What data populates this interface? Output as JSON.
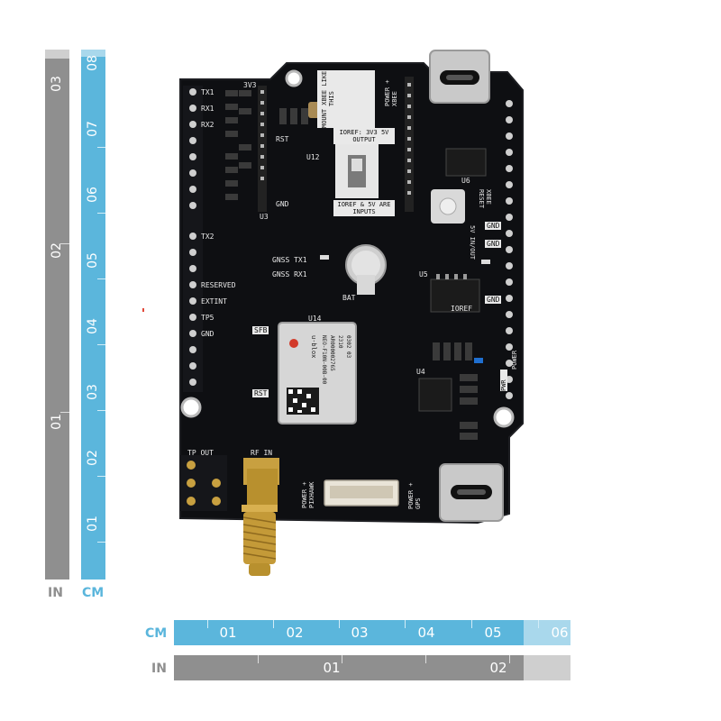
{
  "rulers": {
    "vertical_in": {
      "unit": "IN",
      "ticks": [
        "03",
        "02",
        "01"
      ],
      "color": "#8f8f8f"
    },
    "vertical_cm": {
      "unit": "CM",
      "ticks": [
        "08",
        "07",
        "06",
        "05",
        "04",
        "03",
        "02",
        "01"
      ],
      "color": "#5bb6dc"
    },
    "horizontal_cm": {
      "unit": "CM",
      "ticks": [
        "01",
        "02",
        "03",
        "04",
        "05",
        "06"
      ],
      "color": "#5bb6dc"
    },
    "horizontal_in": {
      "unit": "IN",
      "ticks": [
        "01",
        "02"
      ],
      "color": "#8f8f8f"
    }
  },
  "board": {
    "labels": {
      "tx1": "TX1",
      "rx1": "RX1",
      "rx2": "RX2",
      "tx2": "TX2",
      "reserved": "RESERVED",
      "extint": "EXTINT",
      "tp5": "TP5",
      "gnd": "GND",
      "power_xbee": "POWER + XBEE",
      "mount_xbee": "MOUNT XBEE LIKE THIS",
      "ioref": "IOREF: 3V3 5V OUTPUT",
      "ioref_note": "IOREF & 5V ARE INPUTS",
      "xbee_reset": "XBEE RESET",
      "gnss_tx1": "GNSS TX1",
      "gnss_rx1": "GNSS RX1",
      "bat": "BAT",
      "u14": "U14",
      "module_brand": "u-blox",
      "module_model": "NEO-F10N-00B-00",
      "module_id": "AR000002765",
      "module_num": "2310",
      "module_code": "0302 03",
      "rst": "RST",
      "sfb": "SFB",
      "tp_out": "TP OUT",
      "rf_in": "RF IN",
      "power_pixhawk": "POWER + PIXHAWK",
      "power_gps": "POWER + GPS",
      "5v_inout": "5V IN/OUT",
      "ioref2": "IOREF",
      "pwr": "PWR",
      "power": "POWER",
      "3v3": "3V3",
      "u5": "U5",
      "u6": "U6",
      "u4": "U4",
      "u3": "U3",
      "u12": "U12"
    },
    "colors": {
      "pcb": "#0e0f12",
      "silkscreen": "#e9e9e9",
      "gold": "#c8a040",
      "module": "#d6d6d6"
    }
  }
}
